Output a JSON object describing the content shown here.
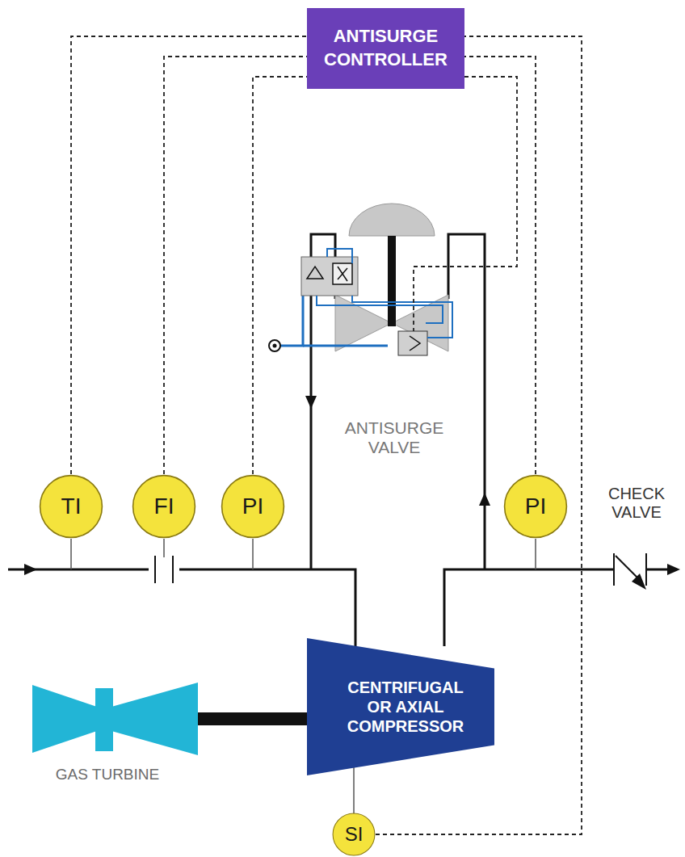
{
  "diagram": {
    "nodes": [
      {
        "text": [
          "ANTISURGE CONTROLLER"
        ]
      },
      {
        "text": [
          "TI"
        ]
      },
      {
        "text": [
          "FI"
        ]
      },
      {
        "text": [
          "PI"
        ]
      },
      {
        "text": [
          "PI"
        ]
      },
      {
        "text": [
          "CENTRIFUGAL OR AXIAL COMPRESSOR"
        ]
      },
      {
        "text": [
          "SI"
        ]
      }
    ],
    "edges": [
      {
        "from": 1,
        "to": 0,
        "arrow": "none"
      },
      {
        "from": 2,
        "to": 0,
        "arrow": "none"
      },
      {
        "from": 3,
        "to": 0,
        "arrow": "none"
      },
      {
        "from": 4,
        "to": 0,
        "arrow": "none"
      },
      {
        "from": 6,
        "to": 0,
        "arrow": "none"
      }
    ],
    "labels": [
      "ANTISURGE VALVE",
      "CHECK VALVE",
      "GAS TURBINE"
    ]
  }
}
